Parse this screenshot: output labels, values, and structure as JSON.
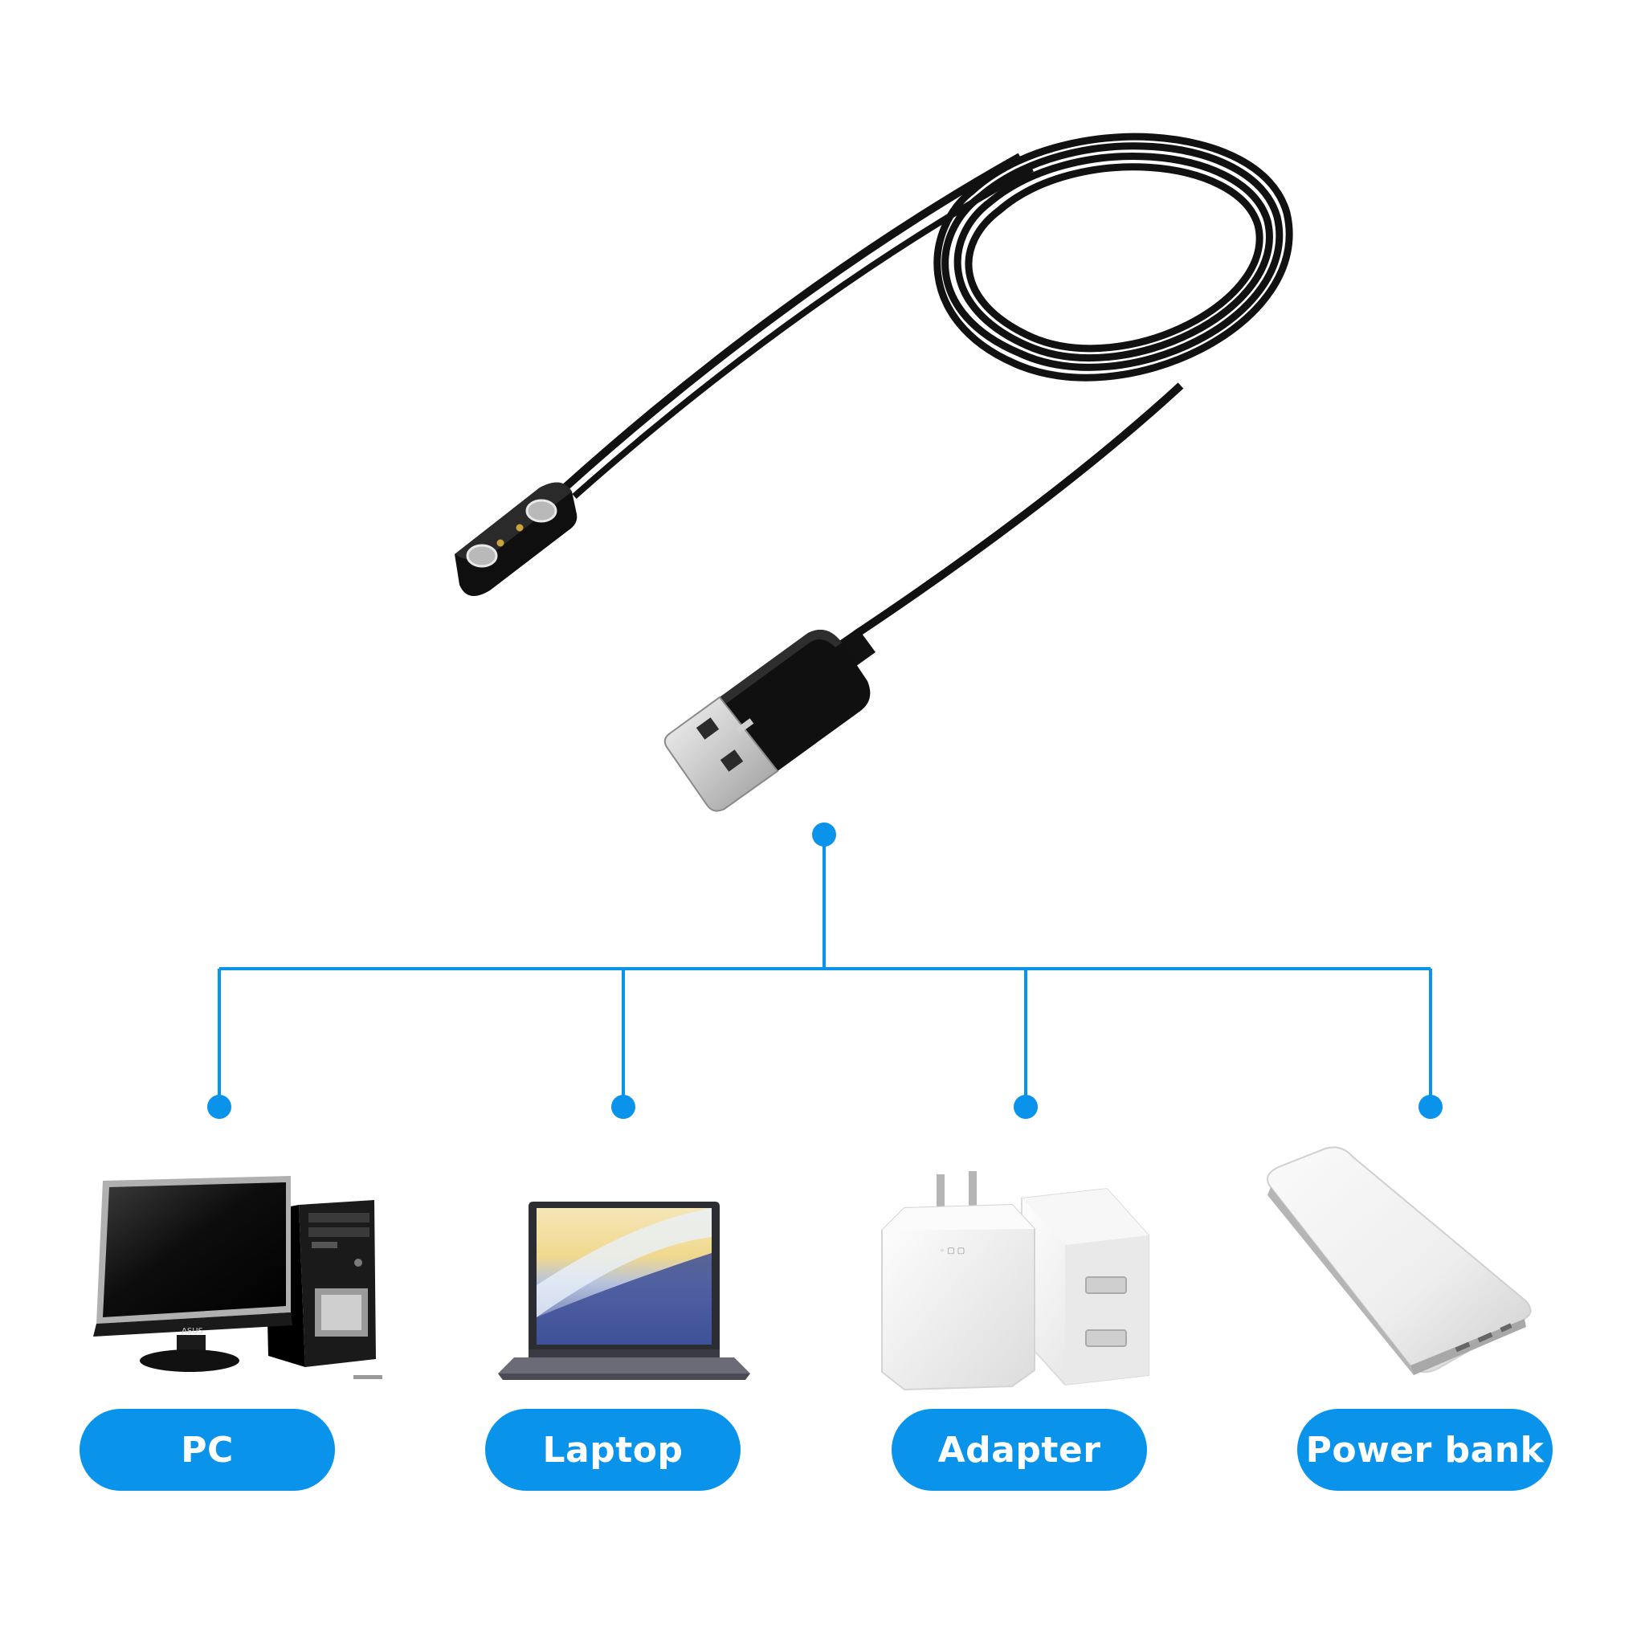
{
  "colors": {
    "accent": "#0a93ea",
    "cable": "#111111",
    "background": "#ffffff"
  },
  "icons": {
    "product": "magnetic-usb-charging-cable",
    "pc": "desktop-computer-icon",
    "laptop": "laptop-icon",
    "adapter": "wall-charger-icon",
    "powerbank": "power-bank-icon"
  },
  "devices": {
    "pc": {
      "label": "PC",
      "brand": "ASUS"
    },
    "laptop": {
      "label": "Laptop"
    },
    "adapter": {
      "label": "Adapter"
    },
    "powerbank": {
      "label": "Power bank"
    }
  }
}
